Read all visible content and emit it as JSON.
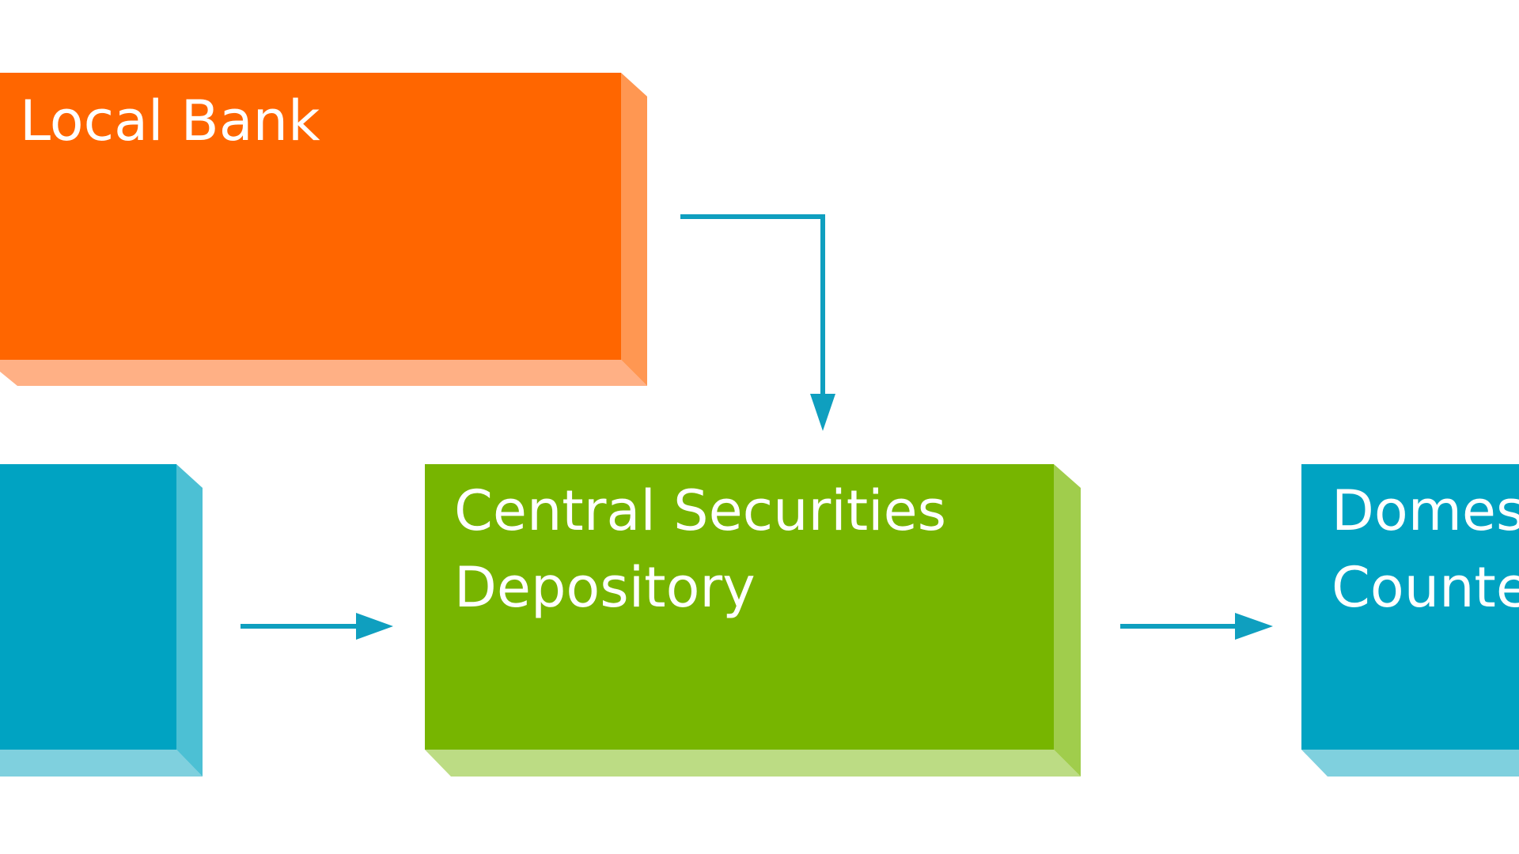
{
  "diagram": {
    "nodes": [
      {
        "id": "local-bank",
        "lines": [
          "Local Bank"
        ],
        "colors": {
          "face": "#ff6600",
          "side": "#ff9752",
          "bottom": "#ffb085"
        }
      },
      {
        "id": "left-box",
        "lines": [],
        "colors": {
          "face": "#00a3c2",
          "side": "#4cc0d4",
          "bottom": "#7fd0de"
        }
      },
      {
        "id": "central-securities-depository",
        "lines": [
          "Central Securities",
          "Depository"
        ],
        "colors": {
          "face": "#77b500",
          "side": "#a0cd4c",
          "bottom": "#bcdc84"
        }
      },
      {
        "id": "domestic-counterparty",
        "lines": [
          "Domes",
          "Counte"
        ],
        "colors": {
          "face": "#00a3c2",
          "side": "#4cc0d4",
          "bottom": "#7fd0de"
        }
      }
    ],
    "edges": [
      {
        "from": "local-bank",
        "to": "central-securities-depository"
      },
      {
        "from": "left-box",
        "to": "central-securities-depository"
      },
      {
        "from": "central-securities-depository",
        "to": "domestic-counterparty"
      }
    ],
    "arrow_color": "#0f9fbf"
  }
}
